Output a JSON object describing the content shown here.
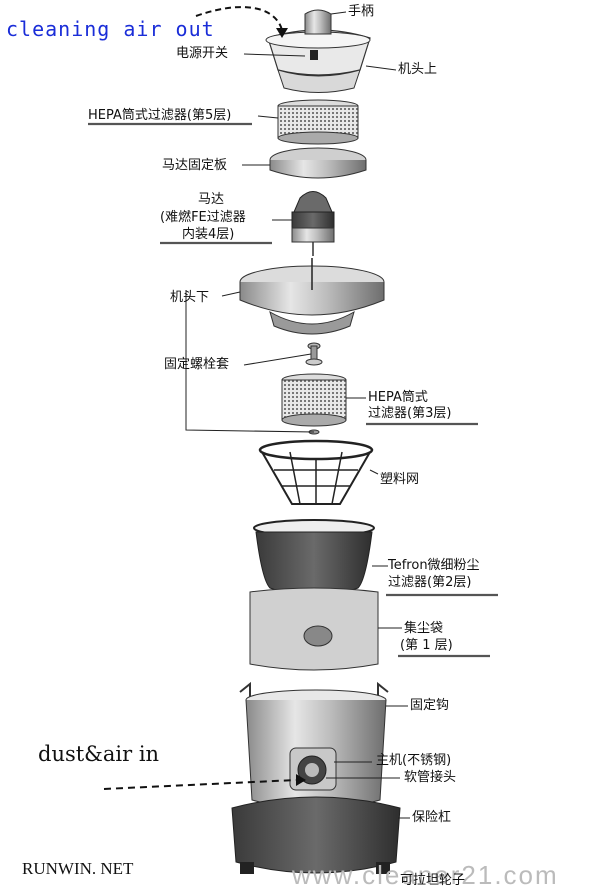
{
  "annotations": {
    "cleaning_air_out": "cleaning air out",
    "dust_air_in": "dust&air in"
  },
  "brand": "RUNWIN. NET",
  "watermark": "www.cleaner21.com",
  "labels": {
    "handle": "手柄",
    "power_switch": "电源开关",
    "head_upper": "机头上",
    "hepa_5": "HEPA筒式过滤器(第5层)",
    "motor_plate": "马达固定板",
    "motor_line1": "马达",
    "motor_line2": "(难燃FE过滤器",
    "motor_line3": "内装4层)",
    "head_lower": "机头下",
    "bolt_sleeve": "固定螺栓套",
    "hepa_3_line1": "HEPA筒式",
    "hepa_3_line2": "过滤器(第3层)",
    "plastic_mesh": "塑料网",
    "tefron_line1": "Tefron微细粉尘",
    "tefron_line2": "过滤器(第2层)",
    "dust_bag_line1": "集尘袋",
    "dust_bag_line2": "(第 1 层)",
    "fixing_hook": "固定钩",
    "main_body": "主机(不锈钢)",
    "hose_connector": "软管接头",
    "bumper": "保险杠",
    "caster": "可拉坦轮子"
  },
  "colors": {
    "annotation_blue": "#1a2dd8",
    "line": "#222222",
    "part_dark": "#4a4a4a",
    "part_light": "#d8d8d8"
  }
}
